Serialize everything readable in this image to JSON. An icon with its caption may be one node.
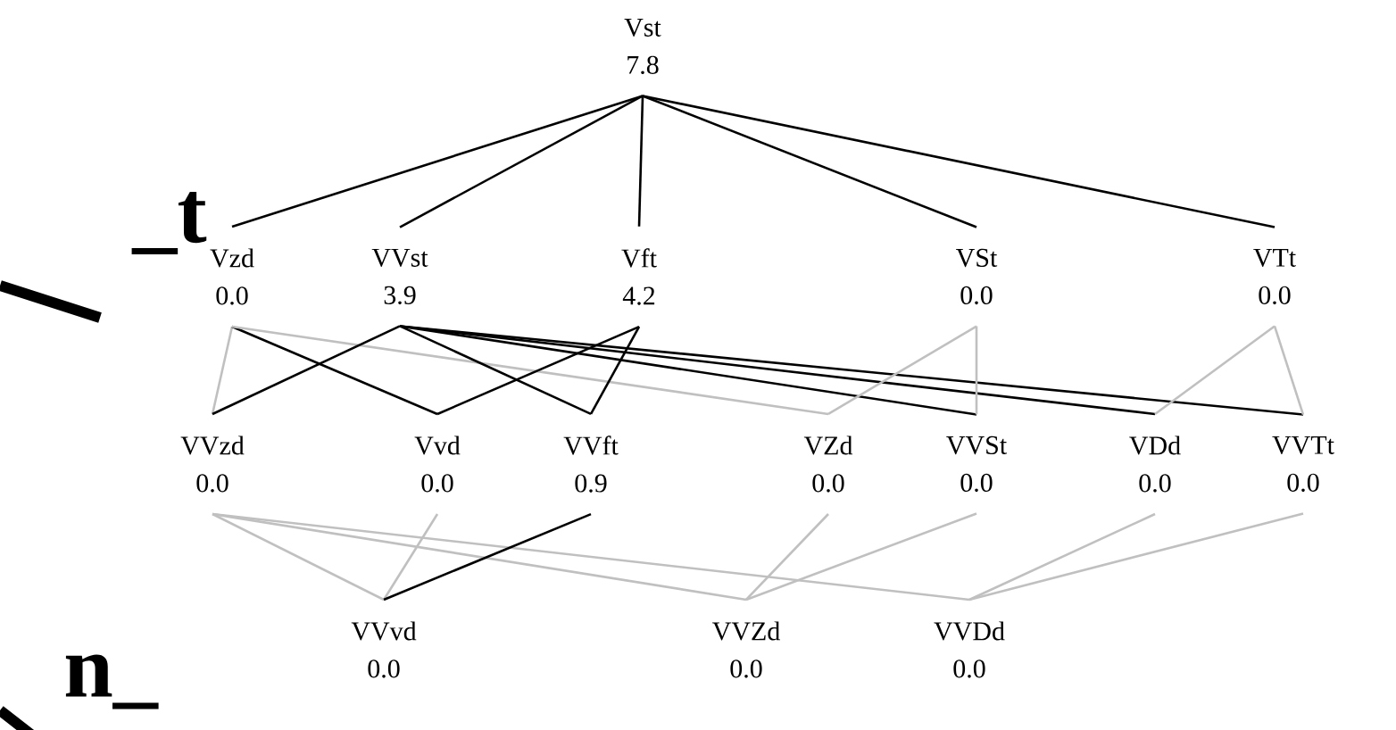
{
  "diagram": {
    "nodes": [
      {
        "text": [
          "Vst",
          "7.8"
        ]
      },
      {
        "text": [
          "Vzd",
          "0.0"
        ]
      },
      {
        "text": [
          "VVst",
          "3.9"
        ]
      },
      {
        "text": [
          "Vft",
          "4.2"
        ]
      },
      {
        "text": [
          "VSt",
          "0.0"
        ]
      },
      {
        "text": [
          "VTt",
          "0.0"
        ]
      },
      {
        "text": [
          "VVzd",
          "0.0"
        ]
      },
      {
        "text": [
          "Vvd",
          "0.0"
        ]
      },
      {
        "text": [
          "VVft",
          "0.9"
        ]
      },
      {
        "text": [
          "VZd",
          "0.0"
        ]
      },
      {
        "text": [
          "VVSt",
          "0.0"
        ]
      },
      {
        "text": [
          "VDd",
          "0.0"
        ]
      },
      {
        "text": [
          "VVTt",
          "0.0"
        ]
      },
      {
        "text": [
          "VVvd",
          "0.0"
        ]
      },
      {
        "text": [
          "VVZd",
          "0.0"
        ]
      },
      {
        "text": [
          "VVDd",
          "0.0"
        ]
      }
    ],
    "edges": [
      {
        "from": 0,
        "to": 1,
        "arrow": "none"
      },
      {
        "from": 0,
        "to": 2,
        "arrow": "none"
      },
      {
        "from": 0,
        "to": 3,
        "arrow": "none"
      },
      {
        "from": 0,
        "to": 4,
        "arrow": "none"
      },
      {
        "from": 0,
        "to": 5,
        "arrow": "none"
      },
      {
        "from": 1,
        "to": 6,
        "arrow": "none",
        "color": "#c0c0c0"
      },
      {
        "from": 1,
        "to": 7,
        "arrow": "none"
      },
      {
        "from": 1,
        "to": 9,
        "arrow": "none",
        "color": "#c0c0c0"
      },
      {
        "from": 2,
        "to": 6,
        "arrow": "none"
      },
      {
        "from": 2,
        "to": 8,
        "arrow": "none"
      },
      {
        "from": 2,
        "to": 10,
        "arrow": "none"
      },
      {
        "from": 2,
        "to": 11,
        "arrow": "none"
      },
      {
        "from": 2,
        "to": 12,
        "arrow": "none"
      },
      {
        "from": 3,
        "to": 7,
        "arrow": "none"
      },
      {
        "from": 3,
        "to": 8,
        "arrow": "none"
      },
      {
        "from": 4,
        "to": 9,
        "arrow": "none",
        "color": "#c0c0c0"
      },
      {
        "from": 4,
        "to": 10,
        "arrow": "none",
        "color": "#c0c0c0"
      },
      {
        "from": 5,
        "to": 11,
        "arrow": "none",
        "color": "#c0c0c0"
      },
      {
        "from": 5,
        "to": 12,
        "arrow": "none",
        "color": "#c0c0c0"
      },
      {
        "from": 6,
        "to": 13,
        "arrow": "none",
        "color": "#c0c0c0"
      },
      {
        "from": 6,
        "to": 14,
        "arrow": "none",
        "color": "#c0c0c0"
      },
      {
        "from": 6,
        "to": 15,
        "arrow": "none",
        "color": "#c0c0c0"
      },
      {
        "from": 7,
        "to": 13,
        "arrow": "none",
        "color": "#c0c0c0"
      },
      {
        "from": 8,
        "to": 13,
        "arrow": "none"
      },
      {
        "from": 9,
        "to": 14,
        "arrow": "none",
        "color": "#c0c0c0"
      },
      {
        "from": 10,
        "to": 14,
        "arrow": "none",
        "color": "#c0c0c0"
      },
      {
        "from": 11,
        "to": 15,
        "arrow": "none",
        "color": "#c0c0c0"
      },
      {
        "from": 12,
        "to": 15,
        "arrow": "none",
        "color": "#c0c0c0"
      }
    ],
    "labels": [
      "_t",
      "n_"
    ]
  }
}
